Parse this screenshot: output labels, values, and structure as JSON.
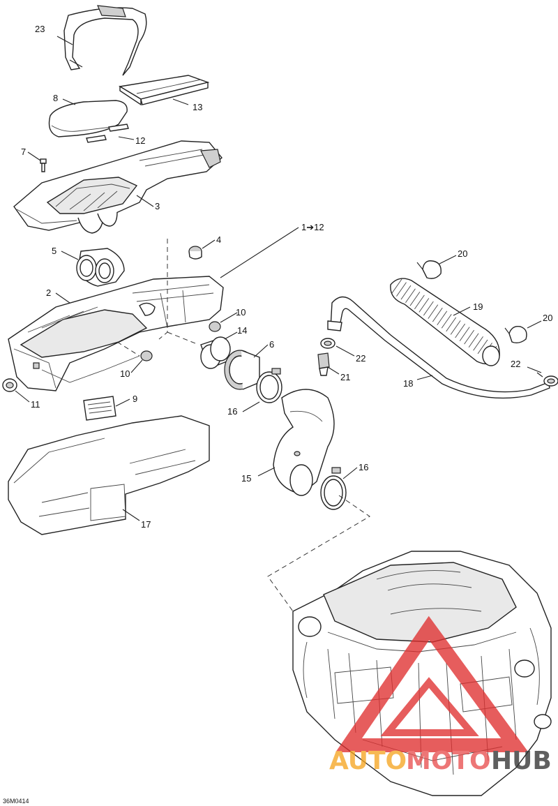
{
  "drawing_code": "36M0414",
  "watermark": {
    "brand_a": "AUTO",
    "brand_b": "MOTO",
    "brand_c": "HUB",
    "color_a": "#f5a623",
    "color_b": "#e85050",
    "color_c": "#333333",
    "logo_color": "#e03030"
  },
  "labels": {
    "l23": "23",
    "l8": "8",
    "l13": "13",
    "l12a": "12",
    "l7": "7",
    "l3": "3",
    "l4": "4",
    "l1to12": "1➔12",
    "l5": "5",
    "l2": "2",
    "l10a": "10",
    "l14": "14",
    "l6": "6",
    "l10b": "10",
    "l11": "11",
    "l9": "9",
    "l16a": "16",
    "l15": "15",
    "l16b": "16",
    "l17": "17",
    "l20a": "20",
    "l19": "19",
    "l20b": "20",
    "l22a": "22",
    "l21": "21",
    "l22b": "22",
    "l18": "18"
  }
}
